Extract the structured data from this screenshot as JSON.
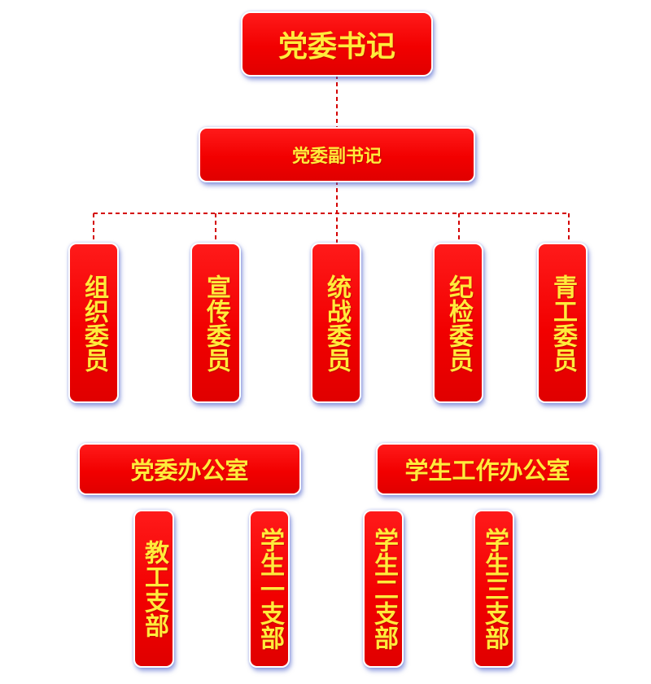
{
  "colors": {
    "box_fill": "#f20000",
    "box_text": "#ffeb3b",
    "connector": "#d40000",
    "shadow": "#4658c8"
  },
  "top": {
    "label": "党委书记"
  },
  "deputy": {
    "label": "党委副书记"
  },
  "committee_members": [
    {
      "label": "组织委员"
    },
    {
      "label": "宣传委员"
    },
    {
      "label": "统战委员"
    },
    {
      "label": "纪检委员"
    },
    {
      "label": "青工委员"
    }
  ],
  "offices": [
    {
      "label": "党委办公室",
      "branches": [
        {
          "label": "教工支部"
        },
        {
          "label": "学生一支部"
        }
      ]
    },
    {
      "label": "学生工作办公室",
      "branches": [
        {
          "label": "学生二支部"
        },
        {
          "label": "学生三支部"
        }
      ]
    }
  ]
}
